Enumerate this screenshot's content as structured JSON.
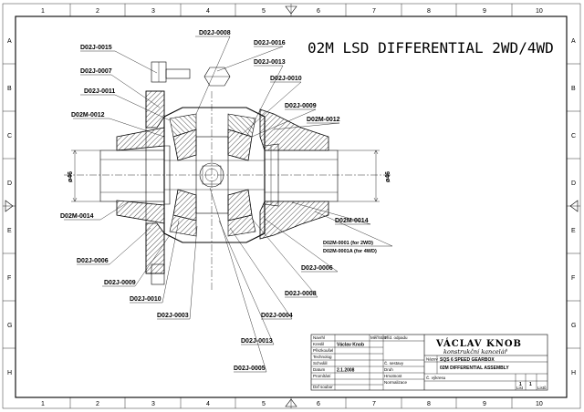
{
  "title": "02M LSD DIFFERENTIAL 2WD/4WD",
  "grid": {
    "columns": [
      "1",
      "2",
      "3",
      "4",
      "5",
      "6",
      "7",
      "8",
      "9",
      "10"
    ],
    "rows": [
      "A",
      "B",
      "C",
      "D",
      "E",
      "F",
      "G",
      "H"
    ]
  },
  "labels": {
    "d0015": "D02J-0015",
    "d0007": "D02J-0007",
    "d0011": "D02J-0011",
    "m0012_left": "D02M-0012",
    "d0008_top": "D02J-0008",
    "d0016": "D02J-0016",
    "d0013_top": "D02J-0013",
    "d0010_top": "D02J-0010",
    "d0009_top": "D02J-0009",
    "m0012_right": "D02M-0012",
    "m0014_left": "D02M-0014",
    "m0014_right": "D02M-0014",
    "m0001": "D02M-0001 (for 2WD)",
    "m0001a": "D02M-0001A (for 4WD)",
    "d0006_left": "D02J-0006",
    "d0006_right": "D02J-0006",
    "d0009_bottom": "D02J-0009",
    "d0010_bottom": "D02J-0010",
    "d0003": "D02J-0003",
    "d0008_bottom": "D02J-0008",
    "d0004": "D02J-0004",
    "d0013_bottom": "D02J-0013",
    "d0005": "D02J-0005",
    "dim_left": "ø46",
    "dim_right": "ø46"
  },
  "title_block": {
    "navrhl": "Navrhl",
    "kreslil": "Kreslil",
    "kreslil_value": "Václav Knob",
    "prezkousel": "Přezkoušel",
    "technolog": "Technolog",
    "schvalil": "Schválil",
    "datum": "Datum",
    "datum_value": "2.1.2008",
    "promitani": "Promítání",
    "list_soubor": "Dxf soubor",
    "mer": "Měř/Stav",
    "vyrobce_col": "Tříd. odpadu",
    "c_sestavy": "Č. sestavy",
    "druh": "Druh",
    "hmotnost": "Hmotnost",
    "normalizace": "Normalizace",
    "logo": "VÁCLAV KNOB",
    "logo_sub": "konstrukční kancelář",
    "nazev_label": "Název",
    "nazev_line1": "SQS 6 SPEED GEARBOX",
    "nazev_line2": "02M DIFFERENTIAL ASSEMBLY",
    "cislo_label": "Č. výkresu",
    "sheet_num": "1",
    "sheet_total": "1",
    "list": "List",
    "listu": "Listů"
  }
}
